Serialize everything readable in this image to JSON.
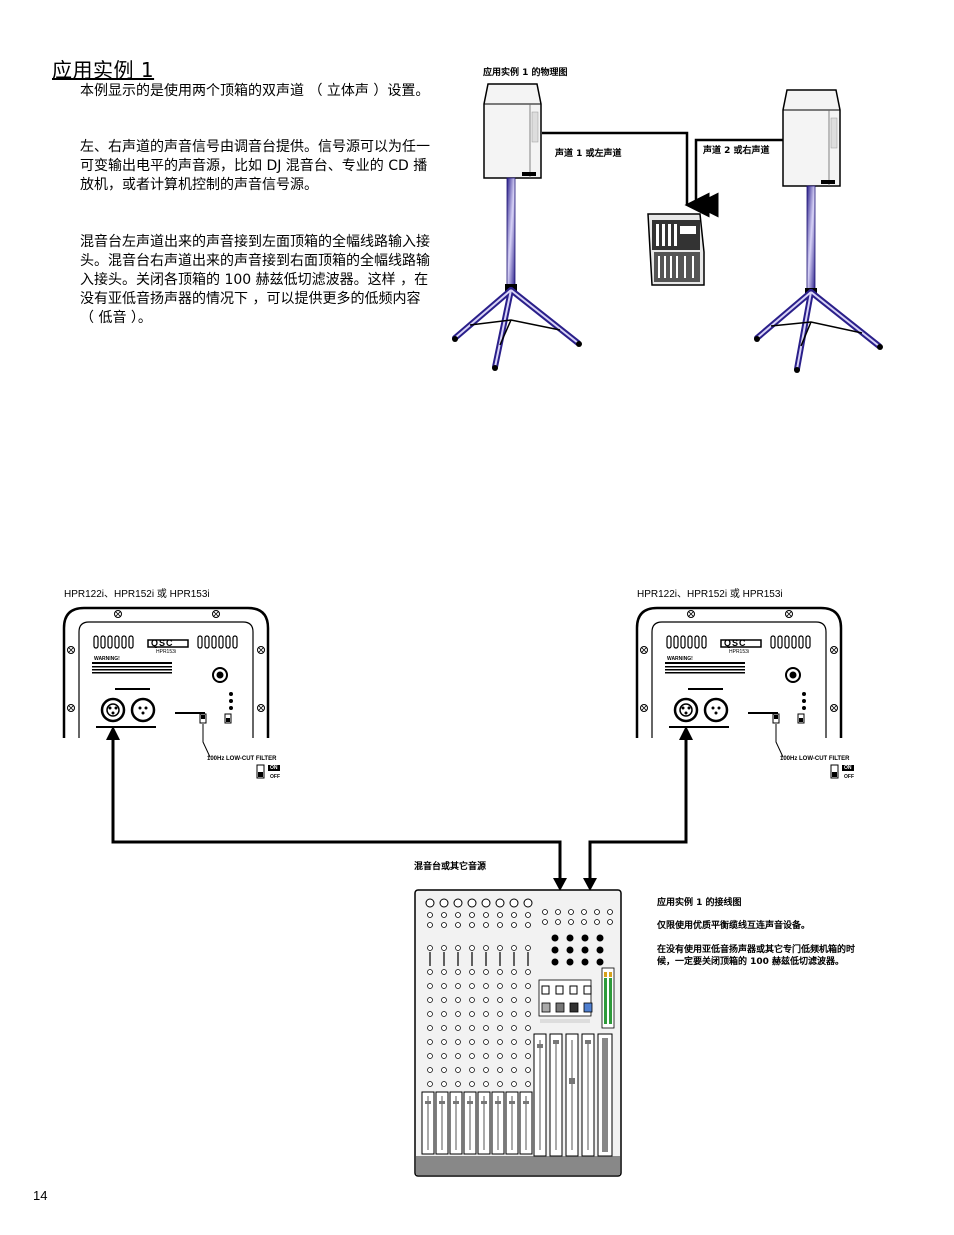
{
  "heading": "应用实例 1",
  "paragraphs": [
    "本例显示的是使用两个顶箱的双声道 （ 立体声 ）设置。",
    "左、右声道的声音信号由调音台提供。信号源可以为任一可变输出电平的声音源，比如 DJ 混音台、专业的 CD 播放机，或者计算机控制的声音信号源。",
    "混音台左声道出来的声音接到左面顶箱的全幅线路输入接头。混音台右声道出来的声音接到右面顶箱的全幅线路输入接头。关闭各顶箱的 100 赫兹低切滤波器。这样 ，在没有亚低音扬声器的情况下 ，可以提供更多的低频内容 （ 低音 ）。"
  ],
  "physical_diagram": {
    "caption": "应用实例 1 的物理图",
    "left_label": "声道 1 或左声道",
    "right_label": "声道 2 或右声道"
  },
  "wiring_diagram": {
    "left_model": "HPR122i、HPR152i 或 HPR153i",
    "right_model": "HPR122i、HPR152i 或 HPR153i",
    "panel_brand": "QSC",
    "panel_model": "HPR153i",
    "panel_warning": "WARNING!",
    "filter_label": "100Hz LOW-CUT FILTER",
    "filter_on": "ON",
    "filter_off": "OFF",
    "mixer_label": "混音台或其它音源",
    "caption": "应用实例 1 的接线图",
    "note1": "仅限使用优质平衡缆线互连声音设备。",
    "note2": "在没有使用亚低音扬声器或其它专门低频机箱的时候，一定要关闭顶箱的 100 赫兹低切滤波器。"
  },
  "page_number": "14",
  "colors": {
    "stand": "#3a2fa0",
    "stand_light": "#c9c3f0",
    "line": "#000000"
  }
}
